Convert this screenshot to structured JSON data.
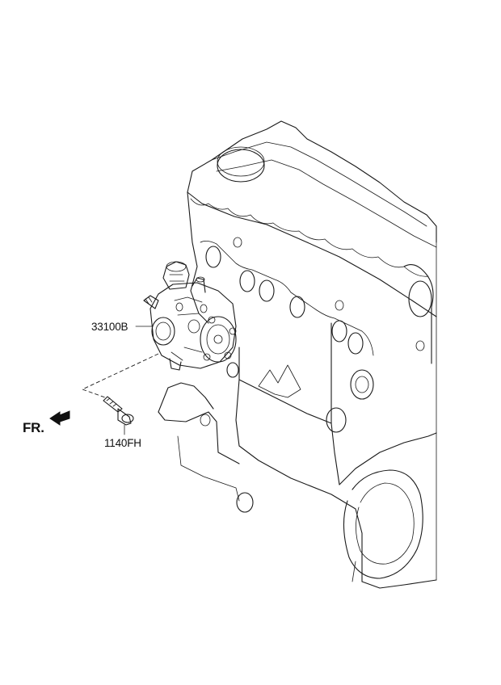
{
  "callouts": {
    "pump": "33100B",
    "bolt": "1140FH"
  },
  "direction": {
    "label": "FR."
  },
  "icons": {
    "front_arrow": "front-direction-arrow-icon"
  },
  "colors": {
    "line": "#1a1a1a",
    "background": "#ffffff"
  }
}
